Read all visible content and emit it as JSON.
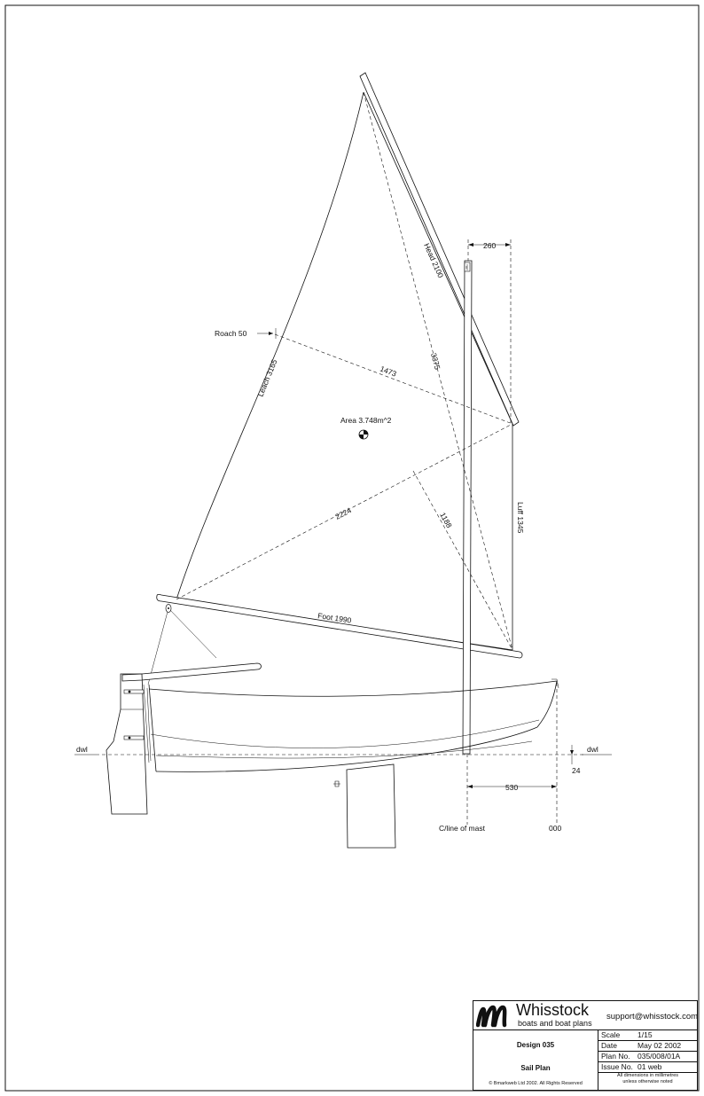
{
  "drawing": {
    "labels": {
      "head": "Head 2100",
      "leach": "Leach 3165",
      "roach": "Roach 50",
      "luff": "Luff 1345",
      "foot": "Foot 1990",
      "diag_1473": "1473",
      "diag_3375": "3375",
      "diag_2224": "2224",
      "diag_1188": "1188",
      "area": "Area 3.748m^2",
      "dim_260": "260",
      "dim_530": "530",
      "dim_24": "24",
      "dwl_left": "dwl",
      "dwl_right": "dwl",
      "mast_centerline": "C/line of mast",
      "datum": "000"
    }
  },
  "title_block": {
    "logo_text": "ın",
    "brand": "Whisstock",
    "tagline": "boats and boat plans",
    "email": "support@whisstock.com",
    "design": "Design 035",
    "plan_title": "Sail Plan",
    "copyright": "© Bmarkweb Ltd 2002.  All Rights Reserved",
    "rows": [
      {
        "key": "Scale",
        "value": "1/15"
      },
      {
        "key": "Date",
        "value": "May 02 2002"
      },
      {
        "key": "Plan No.",
        "value": "035/008/01A"
      },
      {
        "key": "Issue No.",
        "value": "01 web"
      }
    ],
    "note_line1": "All dimensions in millimetres",
    "note_line2": "unless otherwise noted"
  }
}
